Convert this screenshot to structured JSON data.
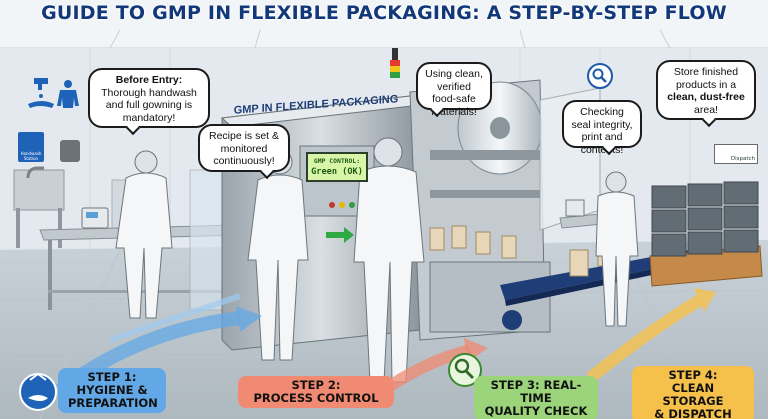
{
  "title": "GUIDE TO GMP IN FLEXIBLE PACKAGING: A STEP-BY-STEP FLOW",
  "machine_sign": "GMP IN FLEXIBLE PACKAGING",
  "control_screen": {
    "line1": "GMP CONTROL:",
    "line2": "Green (OK)"
  },
  "bubbles": {
    "before_entry": {
      "heading": "Before Entry:",
      "text": "Thorough handwash and full gowning is mandatory!"
    },
    "recipe": {
      "text": "Recipe is set & monitored continuously!"
    },
    "materials": {
      "text": "Using clean, verified food-safe materials!"
    },
    "seal_check": {
      "text": "Checking seal integrity, print and contents!"
    },
    "storage": {
      "text_before": "Store finished products in a",
      "bold": "clean, dust-free",
      "text_after": "area!"
    }
  },
  "signs": {
    "handwash": "Handwash Station",
    "dispatch": "Dispatch"
  },
  "steps": [
    {
      "line1": "STEP 1:",
      "line2": "HYGIENE &",
      "line3": "PREPARATION",
      "color": "#4f9de0"
    },
    {
      "line1": "STEP 2:",
      "line2": "PROCESS CONTROL",
      "color": "#ef7a6a"
    },
    {
      "line1": "STEP 3: REAL-TIME",
      "line2": "QUALITY CHECK",
      "color": "#8fd06a"
    },
    {
      "line1": "STEP 4:",
      "line2": "CLEAN STORAGE",
      "line3": "& DISPATCH",
      "color": "#f6c14a"
    }
  ],
  "icons": [
    "washing-hands-icon",
    "magnifier-icon",
    "gowning-icon",
    "faucet-icon",
    "truck-icon"
  ],
  "colors": {
    "title": "#12387a",
    "screen": "#d9f5a8",
    "conveyor": "#1f3e78"
  }
}
